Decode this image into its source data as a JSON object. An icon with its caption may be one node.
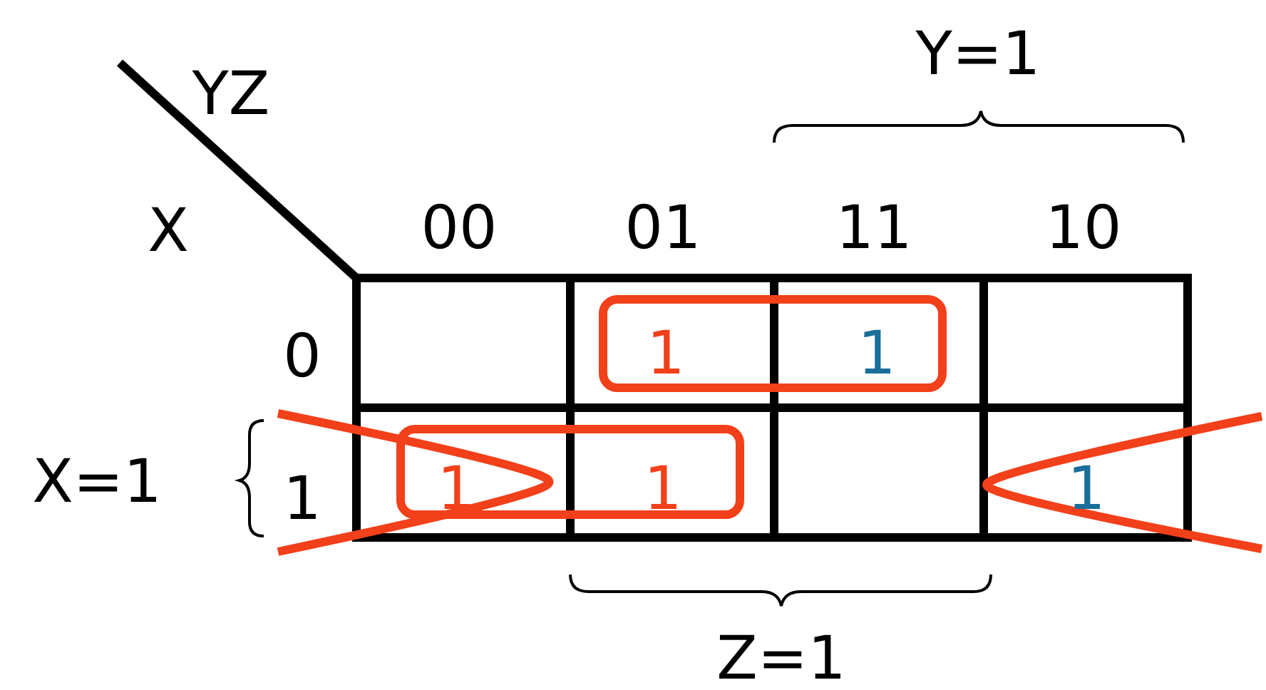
{
  "diagram": {
    "labels": [
      "Y=1",
      "YZ",
      "X",
      "00",
      "01",
      "11",
      "10",
      "0",
      "1",
      "1",
      "X=1",
      "1",
      "1",
      "1",
      "1",
      "Z=1"
    ]
  }
}
